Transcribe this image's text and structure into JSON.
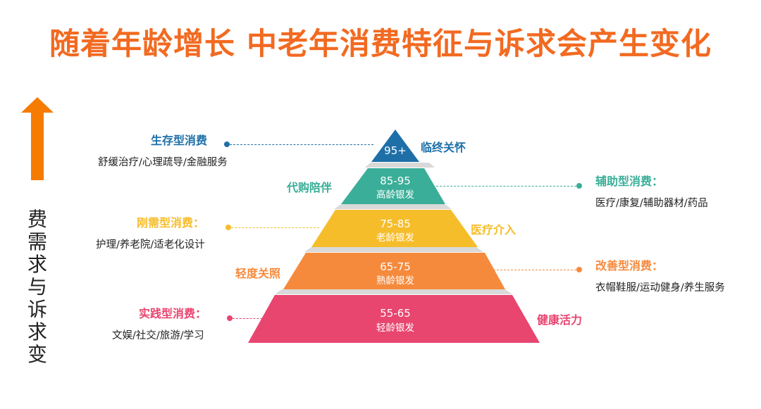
{
  "title": "随着年龄增长 中老年消费特征与诉求会产生变化",
  "vertical_label": "费需求与诉求变",
  "levels": [
    {
      "range": "95+",
      "name": "",
      "color": "#1e6fa8"
    },
    {
      "range": "85-95",
      "name": "高龄银发",
      "color": "#3aae98"
    },
    {
      "range": "75-85",
      "name": "老龄银发",
      "color": "#f6bd2b"
    },
    {
      "range": "65-75",
      "name": "熟龄银发",
      "color": "#f68a3c"
    },
    {
      "range": "55-65",
      "name": "轻龄银发",
      "color": "#e8456f"
    }
  ],
  "level_tags": [
    "临终关怀",
    "代购陪伴",
    "医疗介入",
    "轻度关照",
    "健康活力"
  ],
  "categories": [
    {
      "title": "生存型消费",
      "items": "舒缓治疗/心理疏导/金融服务",
      "color": "#1e6fa8"
    },
    {
      "title": "辅助型消费：",
      "items": "医疗/康复/辅助器材/药品",
      "color": "#3aae98"
    },
    {
      "title": "刚需型消费：",
      "items": "护理/养老院/适老化设计",
      "color": "#f6bd2b"
    },
    {
      "title": "改善型消费：",
      "items": "衣帽鞋服/运动健身/养生服务",
      "color": "#f68a3c"
    },
    {
      "title": "实践型消费：",
      "items": "文娱/社交/旅游/学习",
      "color": "#e8456f"
    }
  ],
  "arrow_color": "#f57c00"
}
